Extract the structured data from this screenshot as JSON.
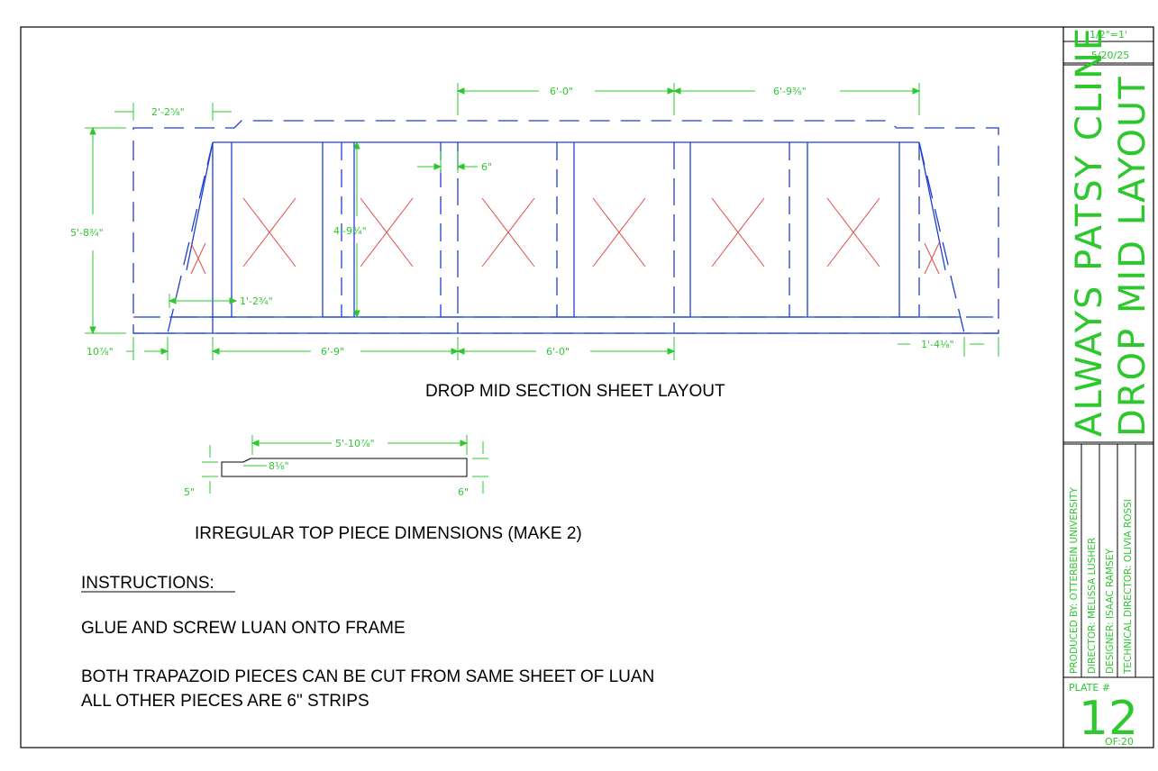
{
  "drawing": {
    "main_view": {
      "caption": "DROP MID SECTION SHEET LAYOUT",
      "dims": {
        "top_left_width": "2'-2⅝\"",
        "top_mid": "6'-0\"",
        "top_right": "6'-9⅜\"",
        "overall_height": "5'-8¾\"",
        "inner_height": "4'-9¾\"",
        "strip_width": "6\"",
        "small_offset": "1'-2¾\"",
        "bottom_left_offset": "10⅞\"",
        "bottom_left_span": "6'-9\"",
        "bottom_mid_span": "6'-0\"",
        "bottom_right_offset": "1'-4⅛\""
      }
    },
    "detail_view": {
      "caption": "IRREGULAR TOP PIECE DIMENSIONS (MAKE 2)",
      "dims": {
        "length": "5'-10⅞\"",
        "notch": "8⅛\"",
        "left_height": "5\"",
        "right_height": "6\""
      }
    },
    "instructions": {
      "heading": "INSTRUCTIONS:",
      "line1": "GLUE AND SCREW LUAN ONTO FRAME",
      "line2": "BOTH TRAPAZOID PIECES CAN BE CUT FROM SAME SHEET OF LUAN",
      "line3": "ALL OTHER PIECES ARE 6\" STRIPS"
    }
  },
  "title_block": {
    "scale": "1/2\"=1'",
    "date": "5/20/25",
    "show_title": "ALWAYS PATSY CLINE",
    "sheet_title": "DROP MID LAYOUT",
    "produced_by": "PRODUCED BY: OTTERBEIN UNIVERSITY",
    "director": "DIRECTOR: MELISSA LUSHER",
    "designer": "DESIGNER: ISAAC RAMSEY",
    "technical_director": "TECHNICAL DIRECTOR: OLIVIA ROSSI",
    "plate_label": "PLATE #",
    "plate_number": "12",
    "of_label": "OF:20"
  },
  "colors": {
    "outline": "#1f3fd0",
    "dimension": "#2ec82e",
    "cross": "#e24a4a",
    "border": "#000000"
  }
}
